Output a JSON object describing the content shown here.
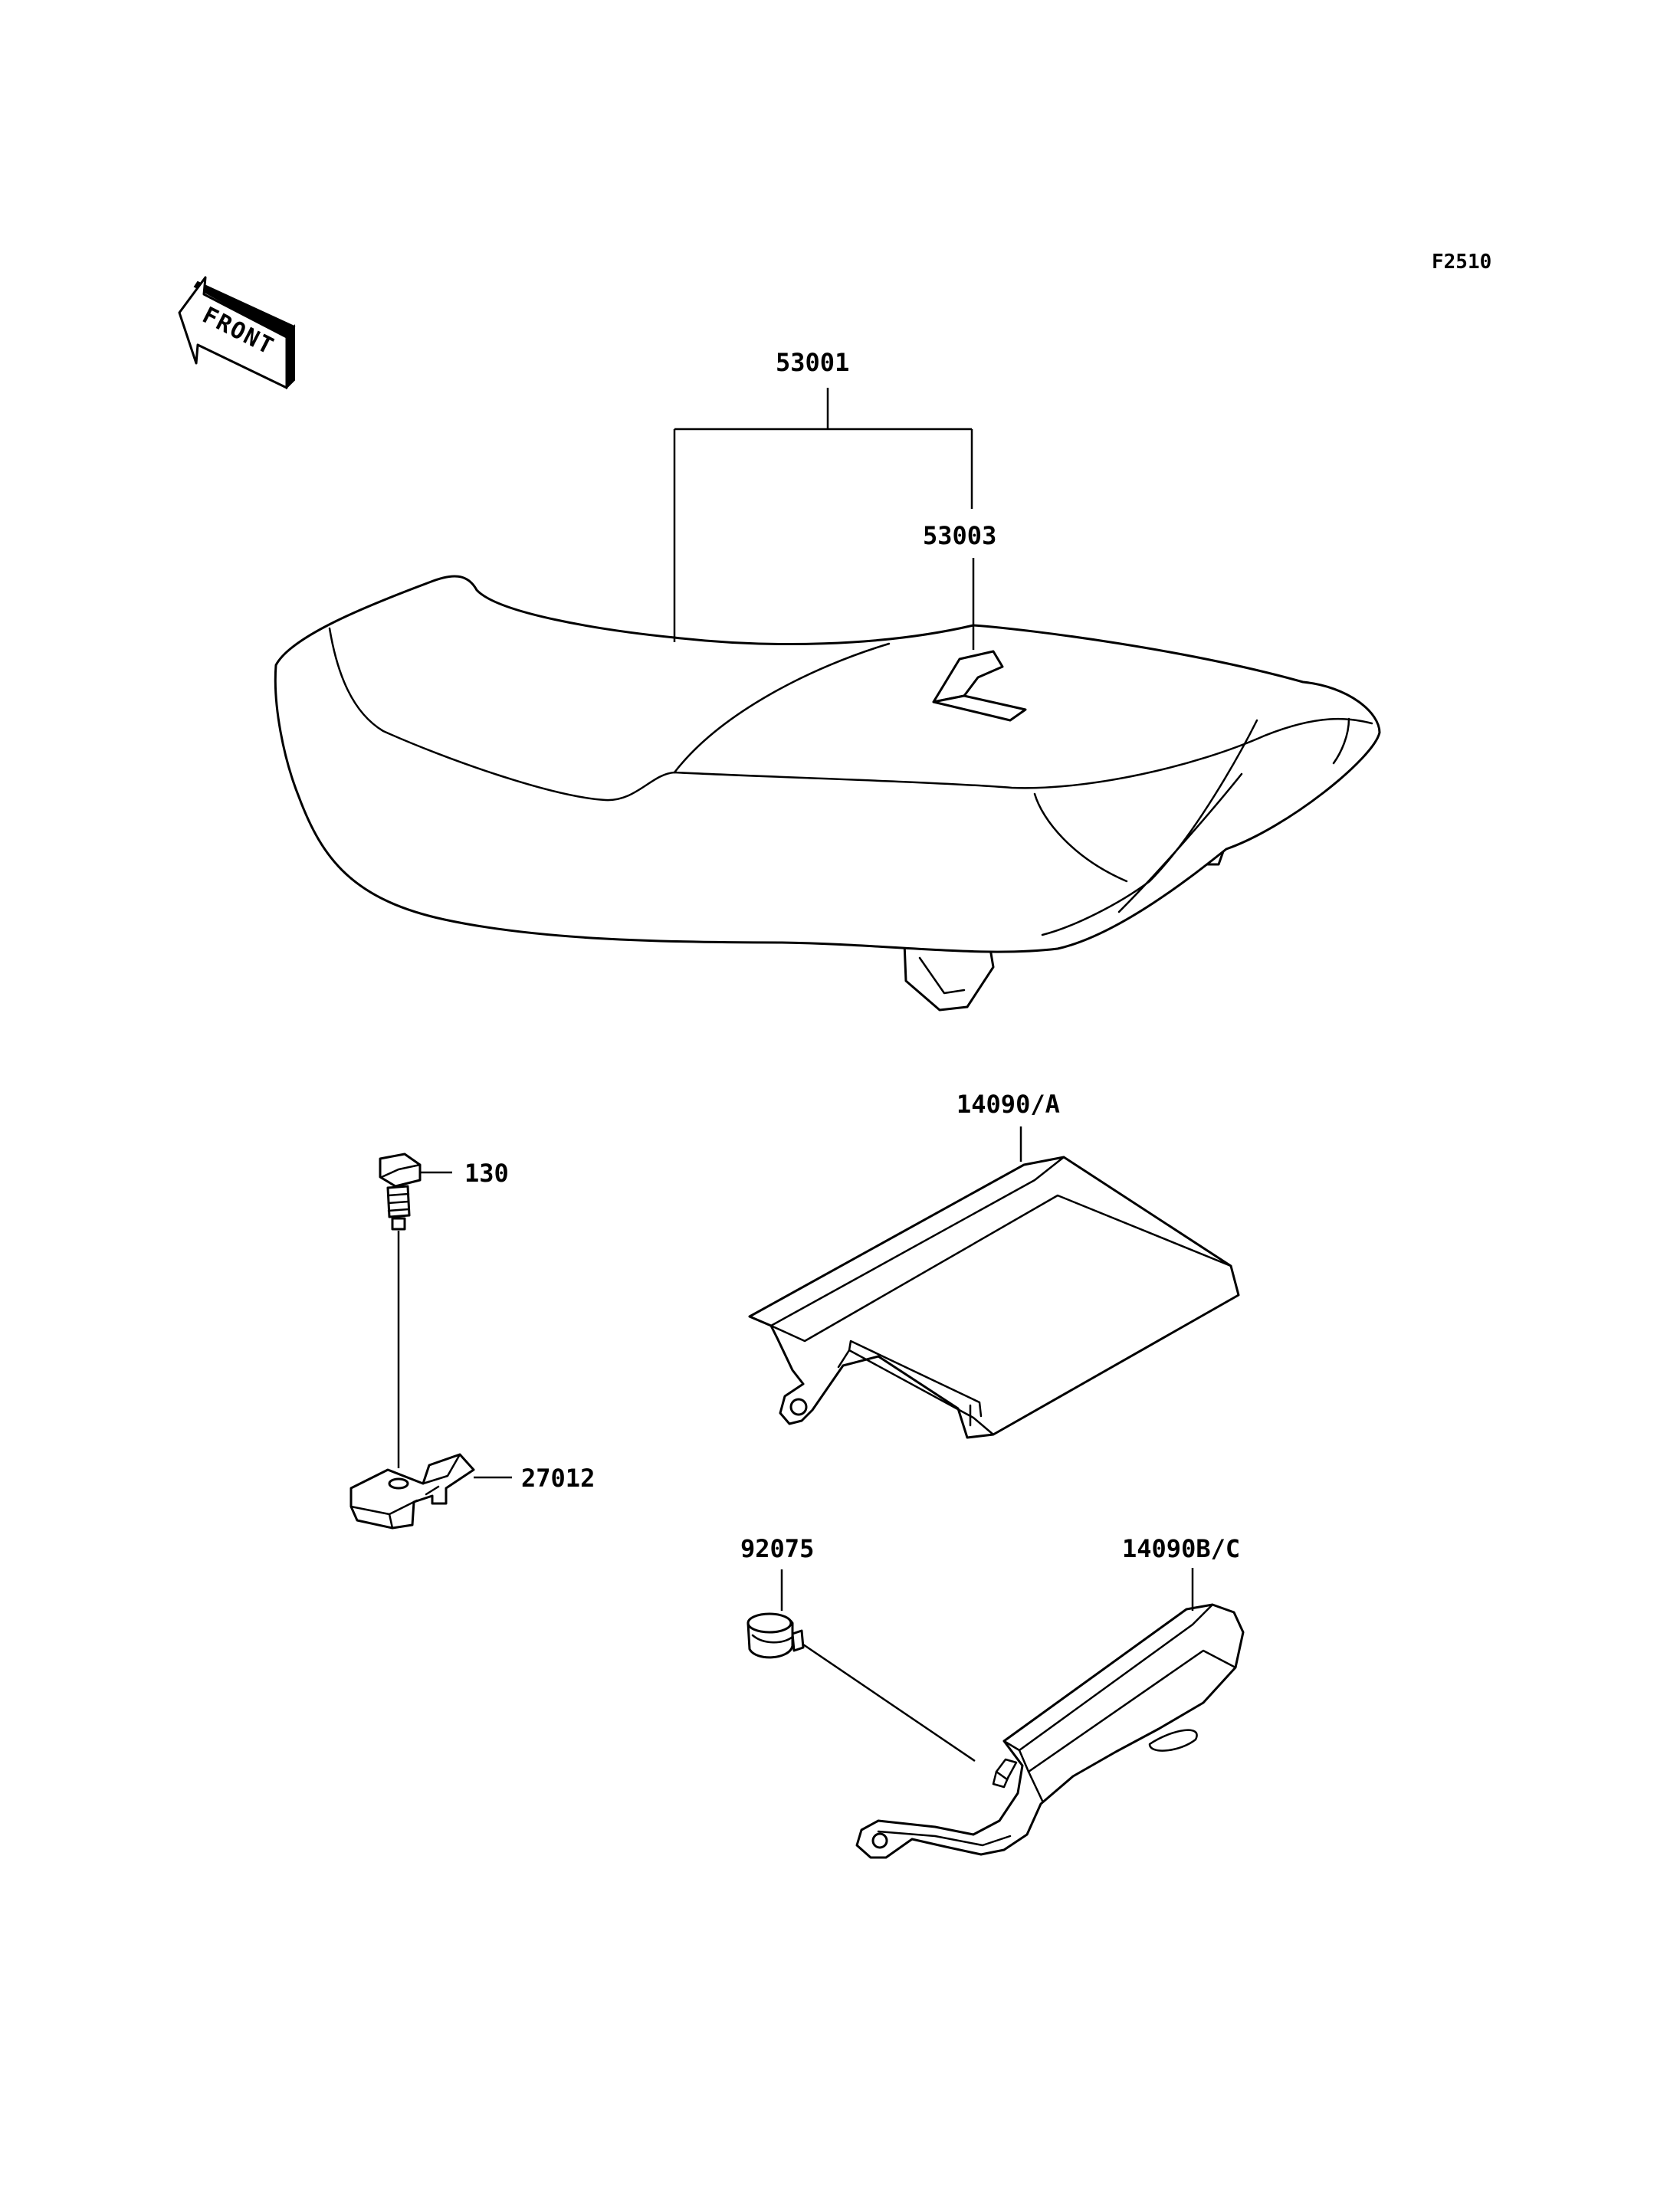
{
  "diagram": {
    "figure_code": "F2510",
    "direction_label": "FRONT",
    "callouts": [
      {
        "id": "seat-assembly",
        "part_number": "53001"
      },
      {
        "id": "seat-strap",
        "part_number": "53003"
      },
      {
        "id": "rear-cover-a",
        "part_number": "14090/A"
      },
      {
        "id": "bolt",
        "part_number": "130"
      },
      {
        "id": "seat-bracket",
        "part_number": "27012"
      },
      {
        "id": "grommet",
        "part_number": "92075"
      },
      {
        "id": "side-cover-bc",
        "part_number": "14090B/C"
      }
    ]
  },
  "colors": {
    "line": "#000000",
    "background": "#ffffff"
  }
}
